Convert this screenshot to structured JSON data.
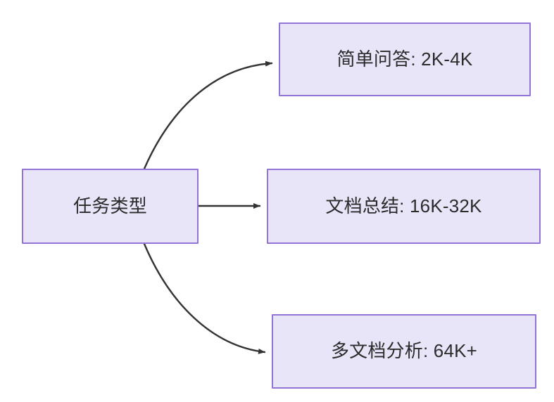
{
  "diagram": {
    "type": "flowchart",
    "direction": "left-to-right",
    "background_color": "#ffffff",
    "node_fill_color": "#e9e5f9",
    "node_border_color": "#9174d6",
    "node_text_color": "#2b2b2b",
    "edge_color": "#333333",
    "nodes": [
      {
        "id": "source",
        "label": "任务类型"
      },
      {
        "id": "simple_qa",
        "label": "简单问答: 2K-4K"
      },
      {
        "id": "doc_summary",
        "label": "文档总结: 16K-32K"
      },
      {
        "id": "multi_doc",
        "label": "多文档分析: 64K+"
      }
    ],
    "edges": [
      {
        "from": "source",
        "to": "simple_qa",
        "style": "curved",
        "arrowhead": "filled-triangle"
      },
      {
        "from": "source",
        "to": "doc_summary",
        "style": "straight",
        "arrowhead": "filled-triangle"
      },
      {
        "from": "source",
        "to": "multi_doc",
        "style": "curved",
        "arrowhead": "filled-triangle"
      }
    ]
  }
}
